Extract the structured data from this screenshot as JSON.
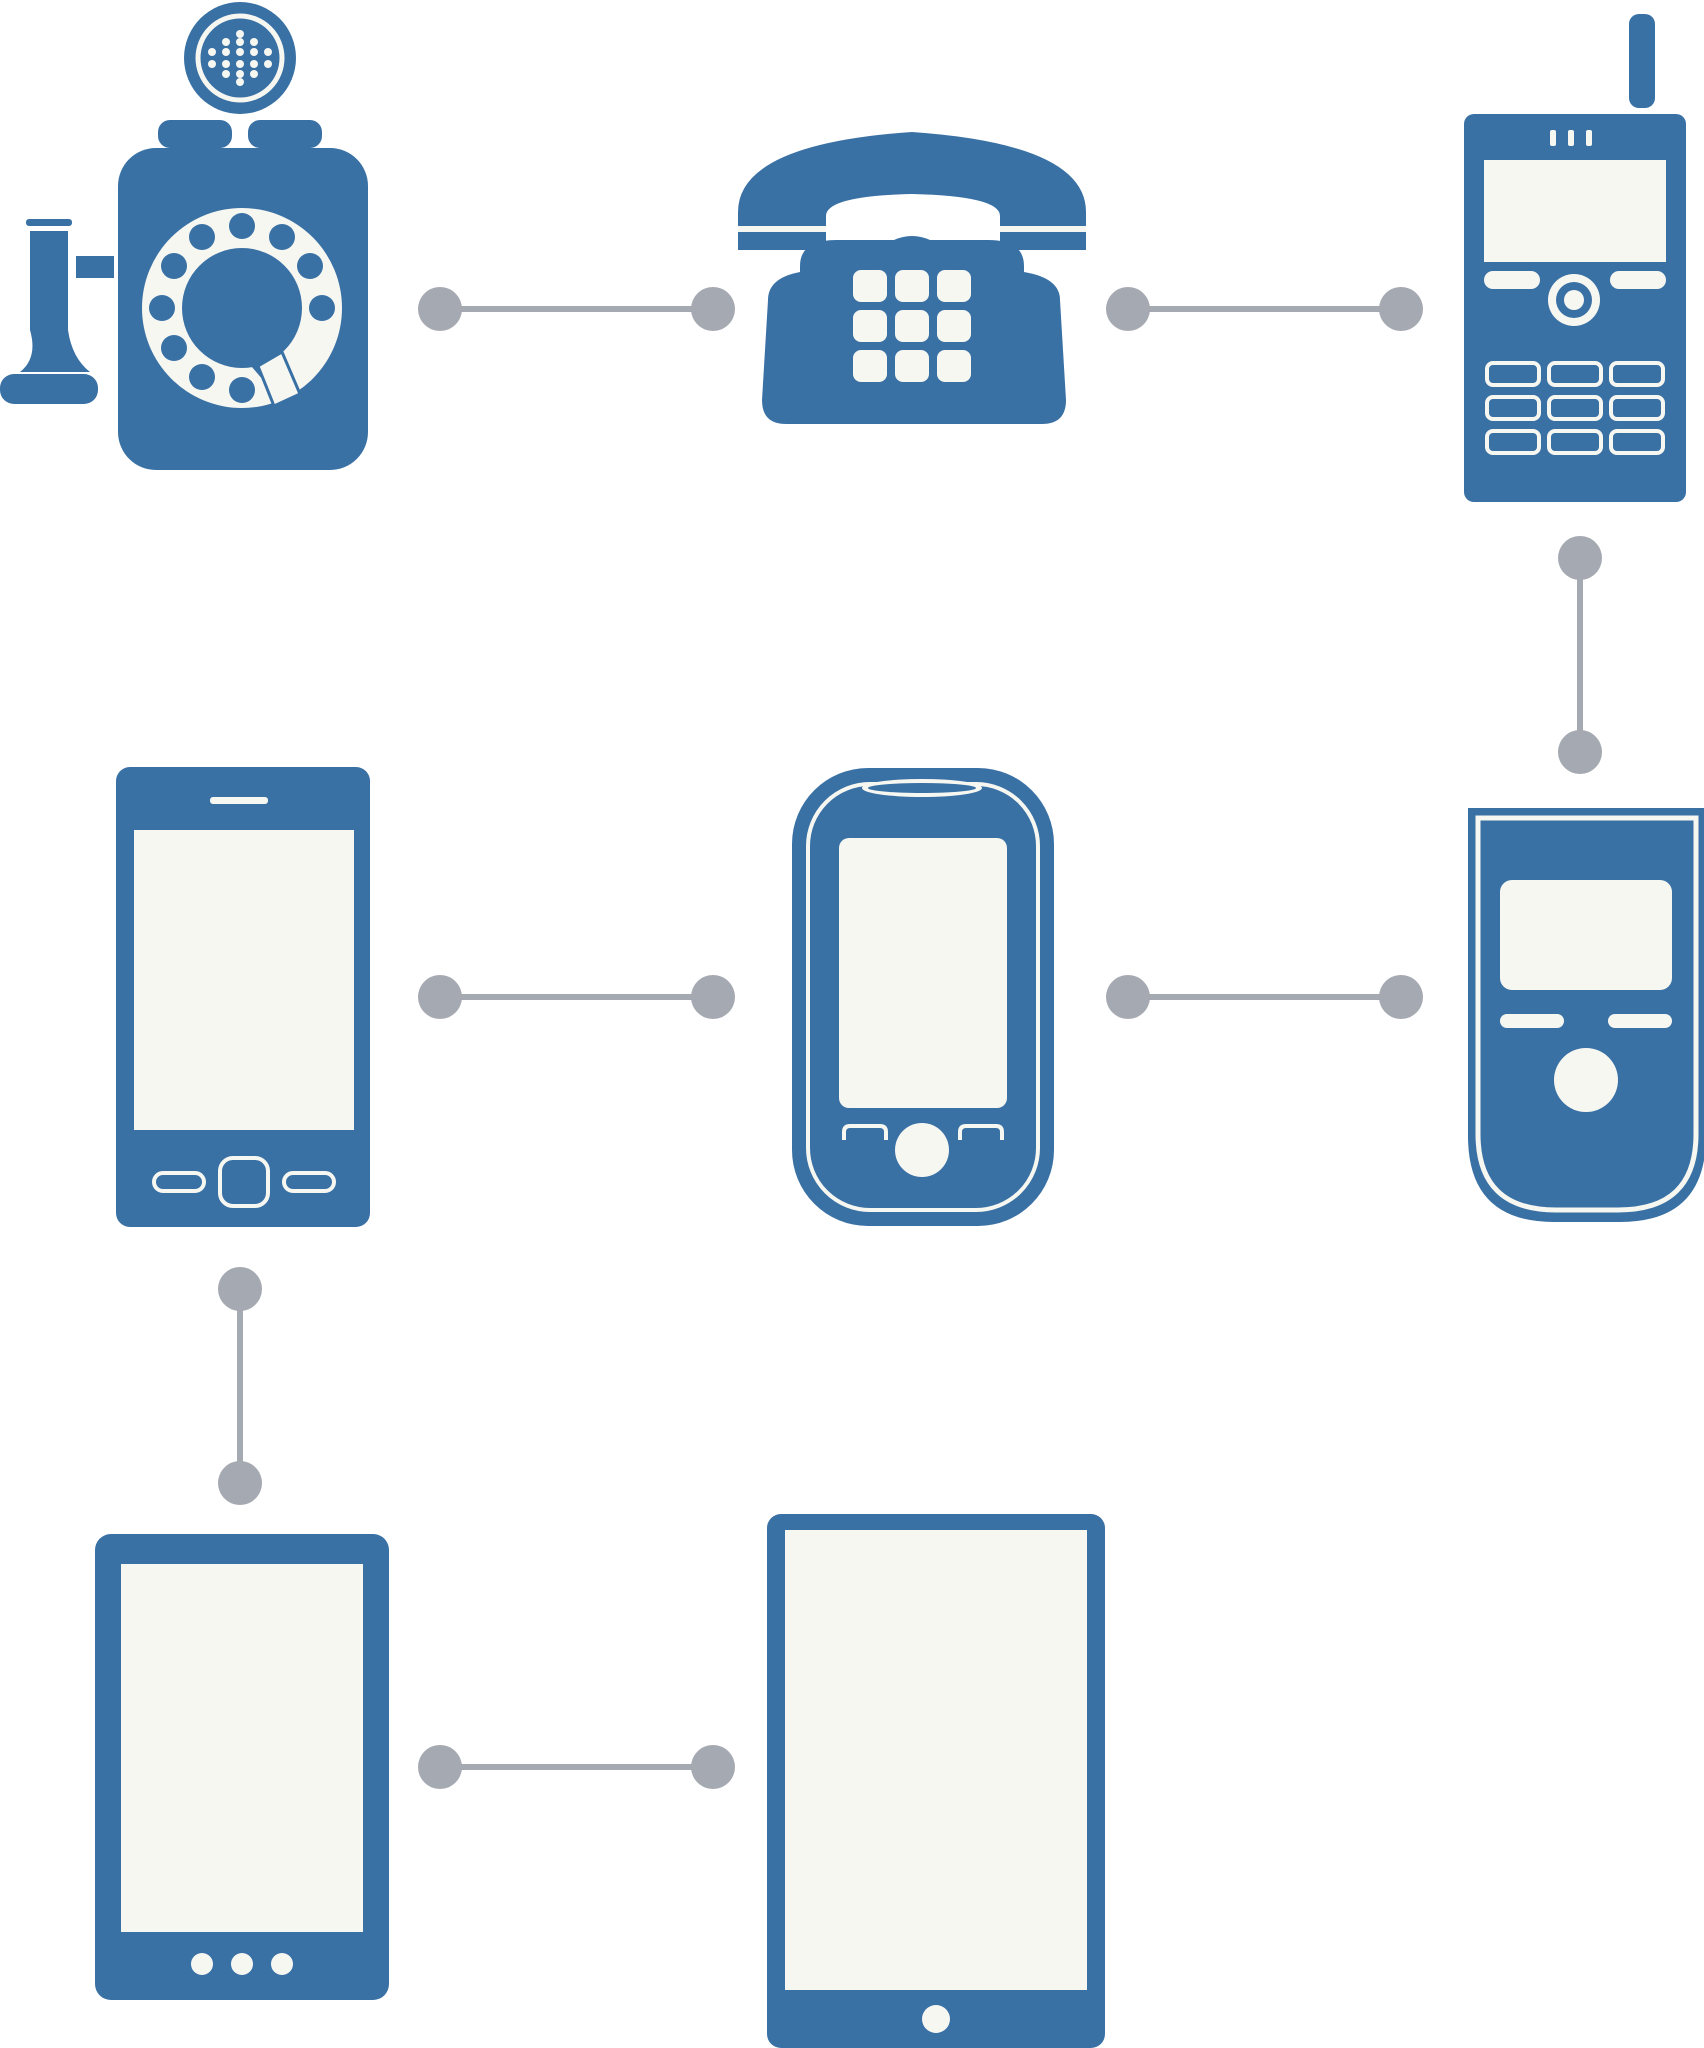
{
  "colors": {
    "device": "#3a71a5",
    "connector": "#a5a9b1",
    "detail": "#f7f7f2",
    "background": "#ffffff"
  },
  "devices": [
    {
      "id": "wall-crank-telephone",
      "icon": "wall-telephone-icon"
    },
    {
      "id": "rotary-desk-telephone",
      "icon": "desk-telephone-icon"
    },
    {
      "id": "antenna-cell-phone",
      "icon": "antenna-cellphone-icon"
    },
    {
      "id": "candybar-phone",
      "icon": "candybar-phone-icon"
    },
    {
      "id": "rounded-smartphone",
      "icon": "rounded-smartphone-icon"
    },
    {
      "id": "touchscreen-smartphone",
      "icon": "smartphone-icon"
    },
    {
      "id": "android-phablet",
      "icon": "phablet-icon"
    },
    {
      "id": "tablet",
      "icon": "tablet-icon"
    }
  ],
  "connections": [
    {
      "from": "wall-crank-telephone",
      "to": "rotary-desk-telephone"
    },
    {
      "from": "rotary-desk-telephone",
      "to": "antenna-cell-phone"
    },
    {
      "from": "antenna-cell-phone",
      "to": "candybar-phone"
    },
    {
      "from": "candybar-phone",
      "to": "rounded-smartphone"
    },
    {
      "from": "rounded-smartphone",
      "to": "touchscreen-smartphone"
    },
    {
      "from": "touchscreen-smartphone",
      "to": "android-phablet"
    },
    {
      "from": "android-phablet",
      "to": "tablet"
    }
  ]
}
